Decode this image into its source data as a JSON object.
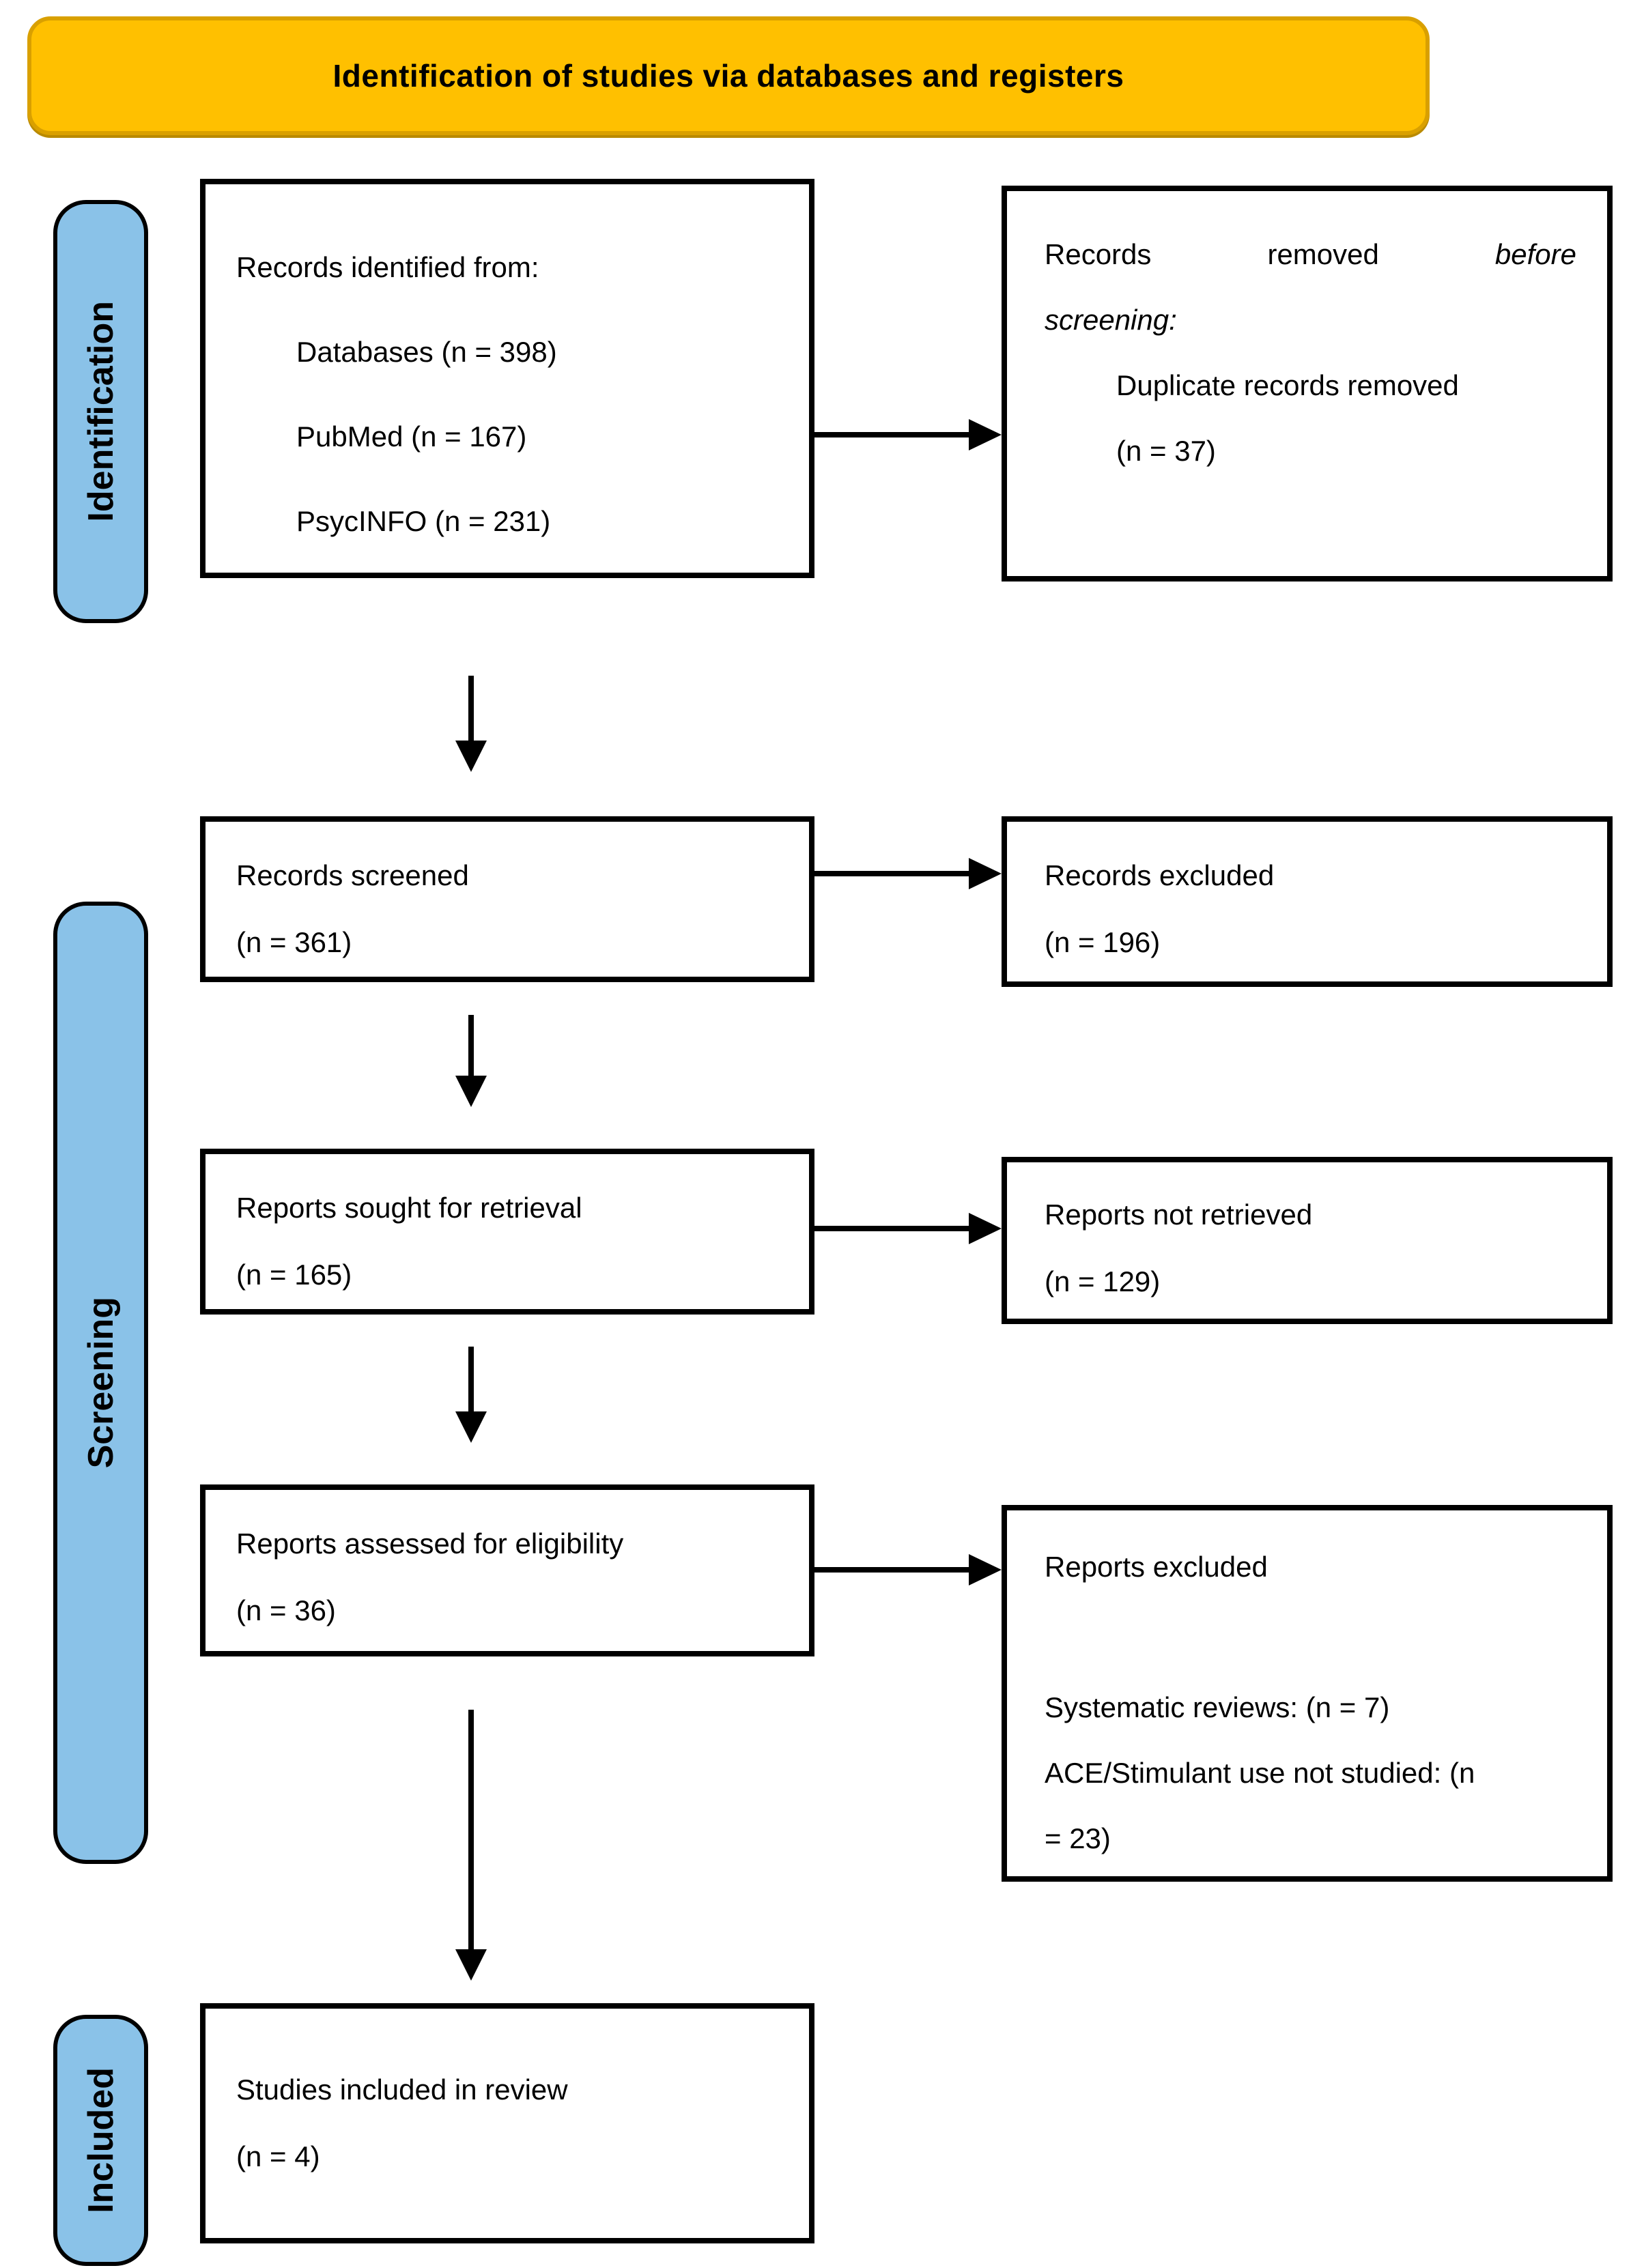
{
  "banner": {
    "title": "Identification of studies via databases and registers",
    "bg_color": "#FFC000"
  },
  "sidebar": {
    "identification": "Identification",
    "screening": "Screening",
    "included": "Included",
    "color": "#8AC2E8"
  },
  "flow": {
    "records_identified": {
      "title": "Records identified from:",
      "items": [
        "Databases (n = 398)",
        "PubMed (n = 167)",
        "PsycINFO (n = 231)"
      ]
    },
    "records_removed": {
      "justified_words": [
        "Records",
        "removed",
        "before"
      ],
      "line2": "screening:",
      "items": [
        "Duplicate records removed",
        "(n = 37)"
      ]
    },
    "records_screened": {
      "lines": [
        "Records screened",
        "(n = 361)"
      ]
    },
    "records_excluded": {
      "lines": [
        "Records excluded",
        "(n = 196)"
      ]
    },
    "reports_sought": {
      "lines": [
        "Reports sought for retrieval",
        "(n = 165)"
      ]
    },
    "reports_not_retrieved": {
      "lines": [
        "Reports not retrieved",
        "(n = 129)"
      ]
    },
    "reports_assessed": {
      "lines": [
        "Reports assessed for eligibility",
        "(n = 36)"
      ]
    },
    "reports_excluded": {
      "title": "Reports excluded",
      "reasons": [
        "Systematic reviews: (n = 7)",
        "ACE/Stimulant use not studied: (n",
        "= 23)"
      ]
    },
    "studies_included": {
      "lines": [
        "Studies included in review",
        "(n = 4)"
      ]
    }
  }
}
